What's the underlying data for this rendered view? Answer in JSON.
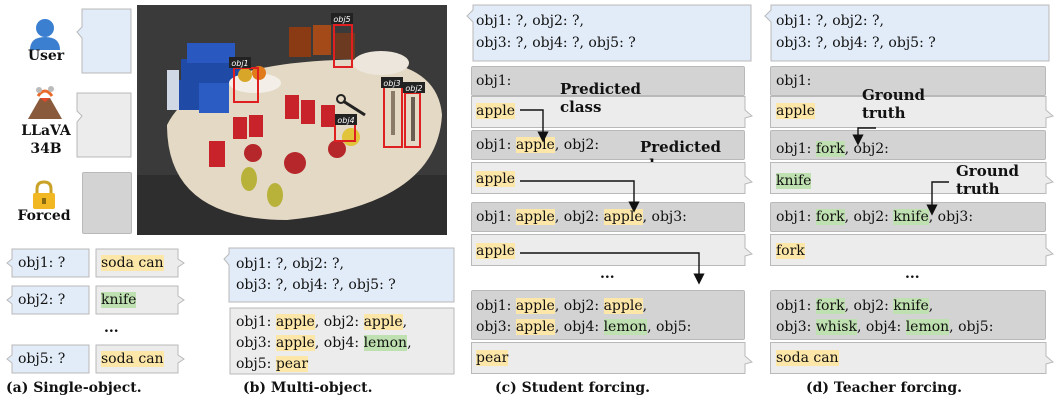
{
  "legend": {
    "user_label": "User",
    "llava_label": "LLaVA\n34B",
    "forced_label": "Forced"
  },
  "colors": {
    "user_bubble": "#e2ecf8",
    "llava_bubble": "#ececec",
    "forced_bubble": "#d3d3d3",
    "predicted_highlight": "#fde7a8",
    "truth_highlight": "#bfe0b0",
    "box_red": "#e02020"
  },
  "photo": {
    "tags": [
      "obj1",
      "obj2",
      "obj3",
      "obj4",
      "obj5"
    ]
  },
  "panel_a": {
    "rows": [
      {
        "q": "obj1: ?",
        "a": "soda can"
      },
      {
        "q": "obj2: ?",
        "a": "knife"
      },
      {
        "q": "obj5: ?",
        "a": "soda can"
      }
    ],
    "ellipsis": "...",
    "caption": "(a) Single-object."
  },
  "panel_b": {
    "prompt_line1": "obj1: ?, obj2: ?,",
    "prompt_line2": "obj3: ?, obj4: ?, obj5: ?",
    "ans": {
      "p1": "obj1: ",
      "v1": "apple",
      "p2": ", obj2: ",
      "v2": "apple",
      "p3": ",",
      "p4": "obj3: ",
      "v3": "apple",
      "p5": ", obj4: ",
      "v4": "lemon",
      "p6": ",",
      "p7": "obj5: ",
      "v5": "pear"
    },
    "caption": "(b) Multi-object."
  },
  "panel_c": {
    "prompt_line1": "obj1: ?, obj2: ?,",
    "prompt_line2": "obj3: ?, obj4: ?, obj5: ?",
    "f1": "obj1:",
    "a1": "apple",
    "note1": "Predicted\nclass",
    "f2_p1": "obj1: ",
    "f2_v1": "apple",
    "f2_p2": ", obj2:",
    "note2": "Predicted\nclass",
    "a2": "apple",
    "f3_p1": "obj1: ",
    "f3_v1": "apple",
    "f3_p2": ", obj2: ",
    "f3_v2": "apple",
    "f3_p3": ", obj3:",
    "a3": "apple",
    "ellipsis": "...",
    "f5_p1": "obj1: ",
    "f5_v1": "apple",
    "f5_p2": ", obj2: ",
    "f5_v2": "apple",
    "f5_p3": ",",
    "f5_p4": "obj3: ",
    "f5_v3": "apple",
    "f5_p5": ", obj4: ",
    "f5_v4": "lemon",
    "f5_p6": ", obj5:",
    "a5": "pear",
    "caption": "(c) Student forcing."
  },
  "panel_d": {
    "prompt_line1": "obj1: ?, obj2: ?,",
    "prompt_line2": "obj3: ?, obj4: ?, obj5: ?",
    "f1": "obj1:",
    "a1": "apple",
    "note1": "Ground\ntruth",
    "f2_p1": "obj1: ",
    "f2_v1": "fork",
    "f2_p2": ", obj2:",
    "a2": "knife",
    "note2": "Ground\ntruth",
    "f3_p1": "obj1: ",
    "f3_v1": "fork",
    "f3_p2": ", obj2: ",
    "f3_v2": "knife",
    "f3_p3": ", obj3:",
    "a3": "fork",
    "ellipsis": "...",
    "f5_p1": "obj1: ",
    "f5_v1": "fork",
    "f5_p2": ", obj2: ",
    "f5_v2": "knife",
    "f5_p3": ",",
    "f5_p4": "obj3: ",
    "f5_v3": "whisk",
    "f5_p5": ", obj4: ",
    "f5_v4": "lemon",
    "f5_p6": ", obj5:",
    "a5": "soda can",
    "caption": "(d) Teacher forcing."
  }
}
